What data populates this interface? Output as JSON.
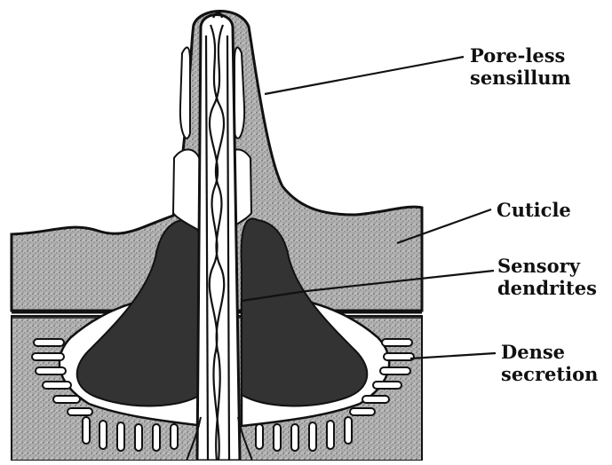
{
  "labels": {
    "poreless_sensillum": [
      "Pore-less",
      "sensillum"
    ],
    "cuticle": [
      "Cuticle"
    ],
    "sensory_dendrites": [
      "Sensory",
      "dendrites"
    ],
    "dense_secretion": [
      "Dense",
      "secretion"
    ]
  },
  "colors": {
    "ink": "#111111",
    "stipple": "#a9a9a9",
    "stipple_dark": "#7a7a7a",
    "gland": "#333333",
    "paper": "#ffffff"
  }
}
